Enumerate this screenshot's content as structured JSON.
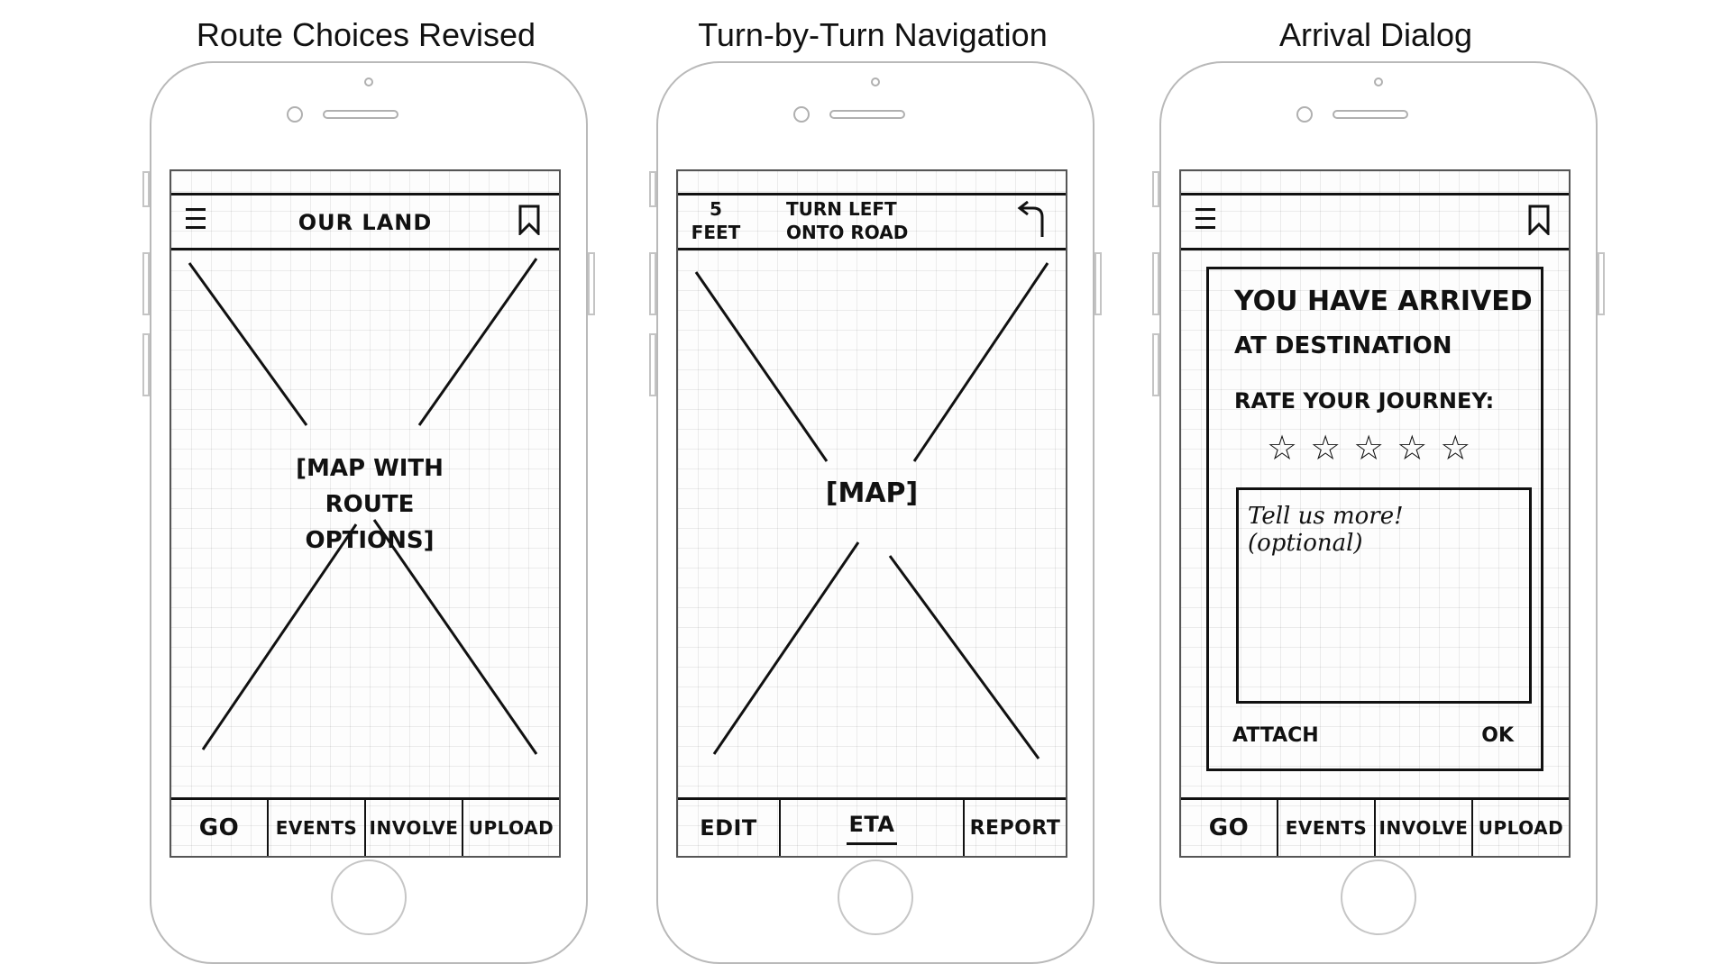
{
  "screens": [
    {
      "title": "Route Choices Revised",
      "header_title": "our land",
      "map_label_lines": [
        "[map with",
        "route options]"
      ],
      "tabs": [
        "Go",
        "Events",
        "Involve",
        "Upload"
      ],
      "icons": [
        "menu-icon",
        "bookmark-icon"
      ]
    },
    {
      "title": "Turn-by-Turn Navigation",
      "distance_lines": [
        "5",
        "feet"
      ],
      "instruction_lines": [
        "turn left",
        "onto road"
      ],
      "map_label": "[map]",
      "tabs": [
        "Edit",
        "ETA",
        "Report"
      ],
      "icons": [
        "turn-left-arrow-icon"
      ]
    },
    {
      "title": "Arrival Dialog",
      "dialog": {
        "line1": "You have arrived",
        "line2": "at destination",
        "rate_label": "Rate your journey:",
        "stars": "☆☆☆☆☆",
        "rating_count": 5,
        "textarea_placeholder": "Tell us more! (optional)",
        "attach_label": "Attach",
        "ok_label": "ok"
      },
      "tabs": [
        "Go",
        "Events",
        "Involve",
        "Upload"
      ],
      "icons": [
        "menu-icon",
        "bookmark-icon",
        "star-icon"
      ]
    }
  ]
}
